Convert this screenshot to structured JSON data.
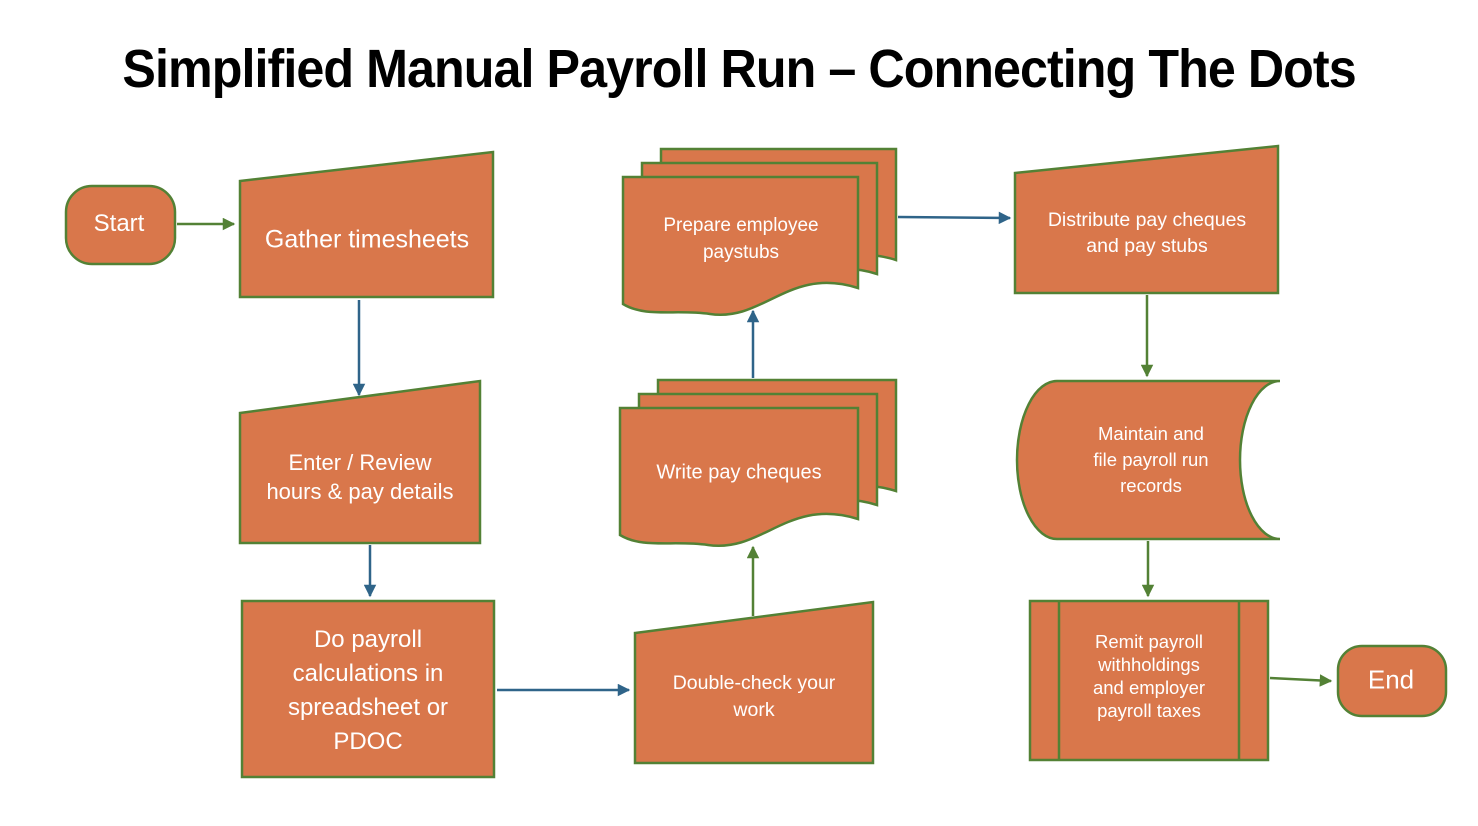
{
  "title": "Simplified Manual Payroll Run – Connecting The Dots",
  "colors": {
    "shape_fill": "#D9774B",
    "shape_border": "#538135",
    "arrow_blue": "#2F6489",
    "arrow_green": "#538135",
    "label_text": "#FFFFFF",
    "title_color": "#000000"
  },
  "nodes": {
    "start": {
      "shape": "terminator",
      "label": "Start"
    },
    "gather": {
      "shape": "manual-input",
      "label": "Gather timesheets"
    },
    "enter": {
      "shape": "manual-input",
      "lines": [
        "Enter / Review",
        "hours & pay details"
      ]
    },
    "calc": {
      "shape": "process",
      "lines": [
        "Do payroll",
        "calculations in",
        "spreadsheet or",
        "PDOC"
      ]
    },
    "doublecheck": {
      "shape": "manual-input",
      "lines": [
        "Double-check your",
        "work"
      ]
    },
    "write": {
      "shape": "multidocument",
      "label": "Write pay cheques"
    },
    "prepare": {
      "shape": "multidocument",
      "lines": [
        "Prepare employee",
        "paystubs"
      ]
    },
    "distribute": {
      "shape": "manual-input",
      "lines": [
        "Distribute pay cheques",
        "and pay stubs"
      ]
    },
    "maintain": {
      "shape": "stored-data",
      "lines": [
        "Maintain and",
        "file payroll run",
        "records"
      ]
    },
    "remit": {
      "shape": "predefined-process",
      "lines": [
        "Remit payroll",
        "withholdings",
        "and employer",
        "payroll taxes"
      ]
    },
    "end": {
      "shape": "terminator",
      "label": "End"
    }
  }
}
